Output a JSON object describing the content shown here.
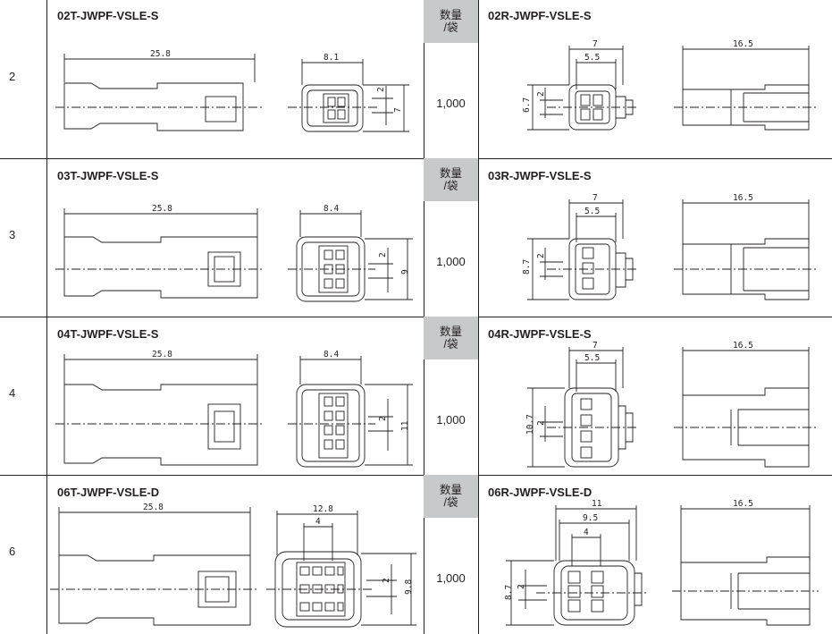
{
  "qty_header": "数量\n/袋",
  "rows": [
    {
      "pins": "2",
      "t_name": "02T-JWPF-VSLE-S",
      "r_name": "02R-JWPF-VSLE-S",
      "qty": "1,000",
      "t_len": "25.8",
      "t_w": "8.1",
      "t_pitch": "2",
      "t_h": "7",
      "r_w": "7",
      "r_inner": "5.5",
      "r_pitch": "2",
      "r_h": "6.7",
      "r_len": "16.5"
    },
    {
      "pins": "3",
      "t_name": "03T-JWPF-VSLE-S",
      "r_name": "03R-JWPF-VSLE-S",
      "qty": "1,000",
      "t_len": "25.8",
      "t_w": "8.4",
      "t_pitch": "2",
      "t_h": "9",
      "r_w": "7",
      "r_inner": "5.5",
      "r_pitch": "2",
      "r_h": "8.7",
      "r_len": "16.5"
    },
    {
      "pins": "4",
      "t_name": "04T-JWPF-VSLE-S",
      "r_name": "04R-JWPF-VSLE-S",
      "qty": "1,000",
      "t_len": "25.8",
      "t_w": "8.4",
      "t_pitch": "2",
      "t_h": "11",
      "r_w": "7",
      "r_inner": "5.5",
      "r_pitch": "2",
      "r_h": "10.7",
      "r_len": "16.5"
    },
    {
      "pins": "6",
      "t_name": "06T-JWPF-VSLE-D",
      "r_name": "06R-JWPF-VSLE-D",
      "qty": "1,000",
      "t_len": "25.8",
      "t_w": "12.8",
      "t_sub": "4",
      "t_pitch": "2",
      "t_h": "9.8",
      "r_w": "11",
      "r_inner": "9.5",
      "r_sub": "4",
      "r_pitch": "2",
      "r_h": "8.7",
      "r_len": "16.5"
    }
  ]
}
